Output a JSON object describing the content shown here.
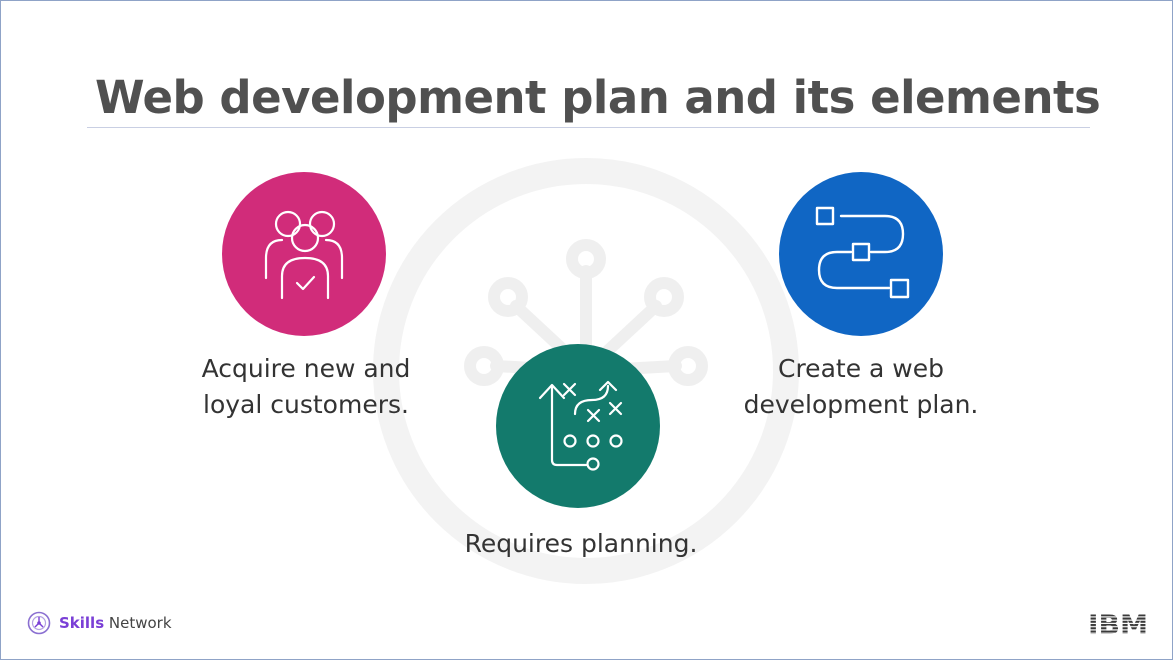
{
  "slide": {
    "title": "Web development plan and its elements",
    "items": [
      {
        "caption_lines": [
          "Acquire new and",
          "loyal customers."
        ],
        "icon": "people-check-icon",
        "color": "#d12c7a"
      },
      {
        "caption_lines": [
          "Requires planning."
        ],
        "icon": "strategy-play-icon",
        "color": "#137a6c"
      },
      {
        "caption_lines": [
          "Create a web",
          "development plan."
        ],
        "icon": "workflow-path-icon",
        "color": "#1066c4"
      }
    ]
  },
  "branding": {
    "network_strong": "Skills",
    "network_rest": " Network",
    "company_logo": "IBM",
    "network_logo_icon": "skills-network-logo-icon"
  }
}
